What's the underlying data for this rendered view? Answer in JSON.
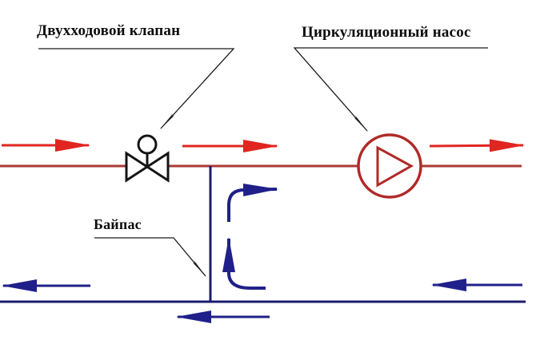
{
  "labels": {
    "valve": "Двухходовой клапан",
    "pump": "Циркуляционный насос",
    "bypass": "Байпас"
  },
  "icons": {
    "valve": "two-way-valve-icon",
    "pump": "circulation-pump-icon"
  },
  "flows": {
    "supply_direction": "right",
    "return_direction": "left",
    "bypass_direction": "up"
  },
  "colors": {
    "supply_line": "#ac3a34",
    "supply_arrow": "#e12520",
    "pump_outline": "#b02a28",
    "return_line": "#1c1c6e",
    "return_arrow": "#20208a",
    "leader_line": "#1a1a1a",
    "symbol_black": "#151515",
    "label_text": "#0d0d0d",
    "background": "#ffffff"
  }
}
